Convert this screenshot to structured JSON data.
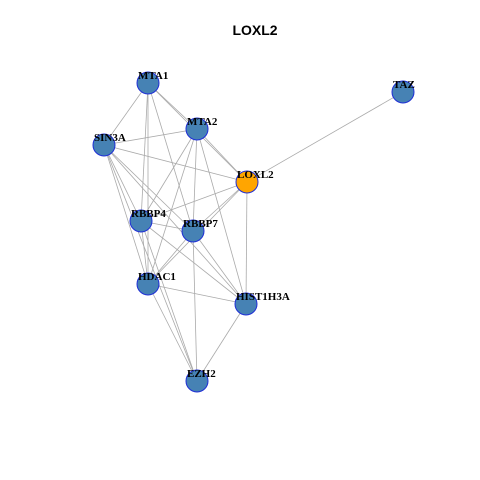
{
  "title": "LOXL2",
  "colors": {
    "node_default": "#4682b4",
    "node_highlight": "#ffa500",
    "node_border": "#1f2ed6",
    "edge": "#aaaaaa"
  },
  "nodes": [
    {
      "id": "MTA1",
      "label": "MTA1",
      "highlight": false
    },
    {
      "id": "TAZ",
      "label": "TAZ",
      "highlight": false
    },
    {
      "id": "MTA2",
      "label": "MTA2",
      "highlight": false
    },
    {
      "id": "SIN3A",
      "label": "SIN3A",
      "highlight": false
    },
    {
      "id": "LOXL2",
      "label": "LOXL2",
      "highlight": true
    },
    {
      "id": "RBBP4",
      "label": "RBBP4",
      "highlight": false
    },
    {
      "id": "RBBP7",
      "label": "RBBP7",
      "highlight": false
    },
    {
      "id": "HDAC1",
      "label": "HDAC1",
      "highlight": false
    },
    {
      "id": "HIST1H3A",
      "label": "HIST1H3A",
      "highlight": false
    },
    {
      "id": "EZH2",
      "label": "EZH2",
      "highlight": false
    }
  ],
  "edges": [
    [
      "MTA1",
      "SIN3A"
    ],
    [
      "MTA1",
      "MTA2"
    ],
    [
      "MTA1",
      "LOXL2"
    ],
    [
      "MTA1",
      "RBBP4"
    ],
    [
      "MTA1",
      "RBBP7"
    ],
    [
      "MTA1",
      "HDAC1"
    ],
    [
      "SIN3A",
      "MTA2"
    ],
    [
      "SIN3A",
      "LOXL2"
    ],
    [
      "SIN3A",
      "RBBP4"
    ],
    [
      "SIN3A",
      "RBBP7"
    ],
    [
      "SIN3A",
      "HDAC1"
    ],
    [
      "SIN3A",
      "HIST1H3A"
    ],
    [
      "SIN3A",
      "EZH2"
    ],
    [
      "MTA2",
      "LOXL2"
    ],
    [
      "MTA2",
      "RBBP4"
    ],
    [
      "MTA2",
      "RBBP7"
    ],
    [
      "MTA2",
      "HDAC1"
    ],
    [
      "MTA2",
      "HIST1H3A"
    ],
    [
      "LOXL2",
      "TAZ"
    ],
    [
      "LOXL2",
      "RBBP4"
    ],
    [
      "LOXL2",
      "RBBP7"
    ],
    [
      "LOXL2",
      "HIST1H3A"
    ],
    [
      "LOXL2",
      "HDAC1"
    ],
    [
      "RBBP4",
      "RBBP7"
    ],
    [
      "RBBP4",
      "HDAC1"
    ],
    [
      "RBBP4",
      "HIST1H3A"
    ],
    [
      "RBBP4",
      "EZH2"
    ],
    [
      "RBBP7",
      "HDAC1"
    ],
    [
      "RBBP7",
      "HIST1H3A"
    ],
    [
      "RBBP7",
      "EZH2"
    ],
    [
      "HDAC1",
      "HIST1H3A"
    ],
    [
      "HDAC1",
      "EZH2"
    ],
    [
      "HIST1H3A",
      "EZH2"
    ]
  ]
}
